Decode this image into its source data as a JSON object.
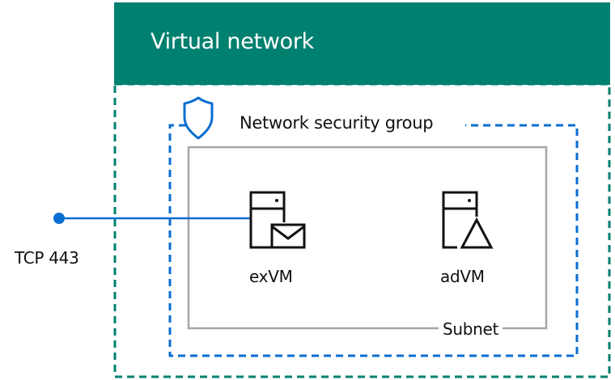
{
  "diagram": {
    "virtual_network": {
      "title": "Virtual network",
      "color": "#00806F"
    },
    "network_security_group": {
      "label": "Network security group",
      "color": "#0A6ED1",
      "icon": "shield-icon"
    },
    "subnet": {
      "label": "Subnet",
      "color": "#A6A6A6"
    },
    "endpoint": {
      "label": "TCP 443",
      "color": "#0A6ED1"
    },
    "vms": [
      {
        "name": "exVM",
        "icon": "server-mail-icon"
      },
      {
        "name": "adVM",
        "icon": "server-triangle-icon"
      }
    ],
    "connections": [
      {
        "from": "TCP 443",
        "to": "exVM"
      }
    ]
  }
}
